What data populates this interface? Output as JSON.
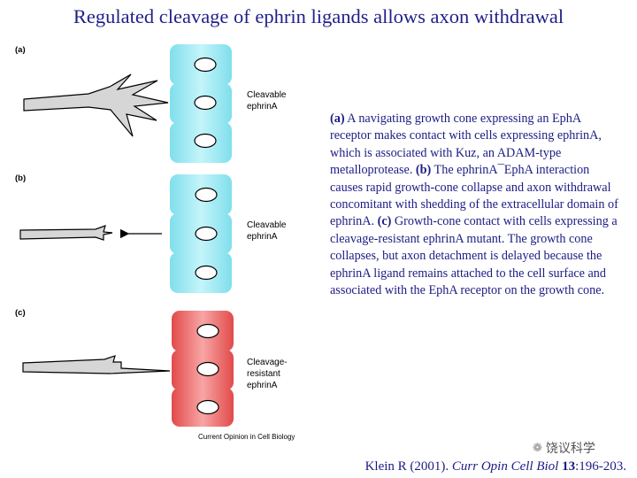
{
  "title": "Regulated cleavage of ephrin ligands allows axon withdrawal",
  "figure": {
    "panels": [
      {
        "label": "(a)",
        "cell_label_lines": [
          "Cleavable",
          "ephrinA"
        ],
        "cell_type": "cleavable"
      },
      {
        "label": "(b)",
        "cell_label_lines": [
          "Cleavable",
          "ephrinA"
        ],
        "cell_type": "cleavable"
      },
      {
        "label": "(c)",
        "cell_label_lines": [
          "Cleavage-",
          "resistant",
          "ephrinA"
        ],
        "cell_type": "resistant"
      }
    ],
    "source_credit": "Current Opinion in Cell Biology",
    "colors": {
      "cleavable_cell": "#9ee8f2",
      "resistant_cell": "#f07c7c",
      "axon_fill": "#d6d6d6"
    }
  },
  "caption": {
    "a_label": "(a)",
    "a_text": " A navigating growth cone expressing an EphA receptor makes contact with cells expressing ephrinA, which is associated with Kuz, an ADAM-type metalloprotease. ",
    "b_label": "(b)",
    "b_text": " The ephrinA¯EphA interaction causes rapid growth-cone collapse and axon withdrawal concomitant with shedding of the extracellular domain of ephrinA. ",
    "c_label": "(c)",
    "c_text": " Growth-cone contact with cells expressing a cleavage-resistant ephrinA mutant. The growth cone collapses, but axon detachment is delayed because the ephrinA ligand remains attached to the cell surface and associated with the EphA receptor on the growth cone."
  },
  "watermark": {
    "icon": "wechat-icon",
    "text": "饶议科学"
  },
  "citation": {
    "authors": "Klein R (2001). ",
    "journal": "Curr Opin Cell Biol",
    "volume": "13",
    "pages": ":196-203."
  }
}
